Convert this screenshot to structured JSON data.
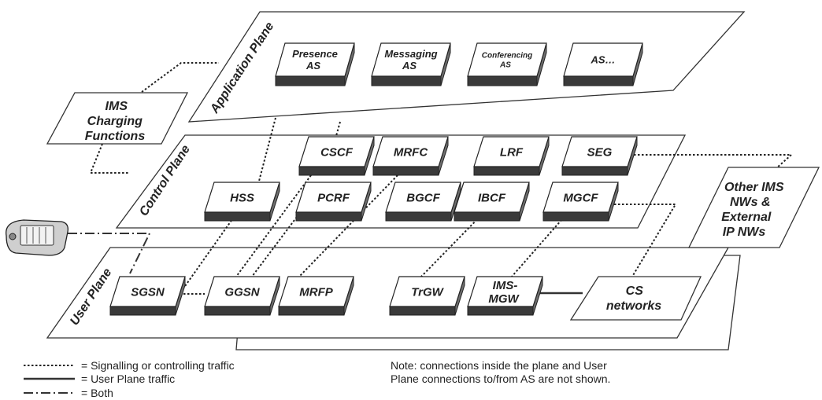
{
  "planes": {
    "application": "Application Plane",
    "control": "Control Plane",
    "user": "User Plane"
  },
  "nodes": {
    "presence_as": [
      "Presence",
      "AS"
    ],
    "messaging_as": [
      "Messaging",
      "AS"
    ],
    "conferencing_as": [
      "Conferencing",
      "AS"
    ],
    "as_other": "AS…",
    "cscf": "CSCF",
    "mrfc": "MRFC",
    "lrf": "LRF",
    "seg": "SEG",
    "hss": "HSS",
    "pcrf": "PCRF",
    "bgcf": "BGCF",
    "ibcf": "IBCF",
    "mgcf": "MGCF",
    "sgsn": "SGSN",
    "ggsn": "GGSN",
    "mrfp": "MRFP",
    "trgw": "TrGW",
    "ims_mgw": [
      "IMS-",
      "MGW"
    ],
    "ims_charging": [
      "IMS",
      "Charging",
      "Functions"
    ],
    "other_ims": [
      "Other IMS",
      "NWs &",
      "External",
      "IP NWs"
    ],
    "cs_networks": [
      "CS",
      "networks"
    ]
  },
  "legend": {
    "signalling": "= Signalling or controlling traffic",
    "user_plane": "= User Plane traffic",
    "both": "= Both"
  },
  "note": [
    "Note: connections inside the plane and User",
    "Plane connections to/from AS are not shown."
  ]
}
